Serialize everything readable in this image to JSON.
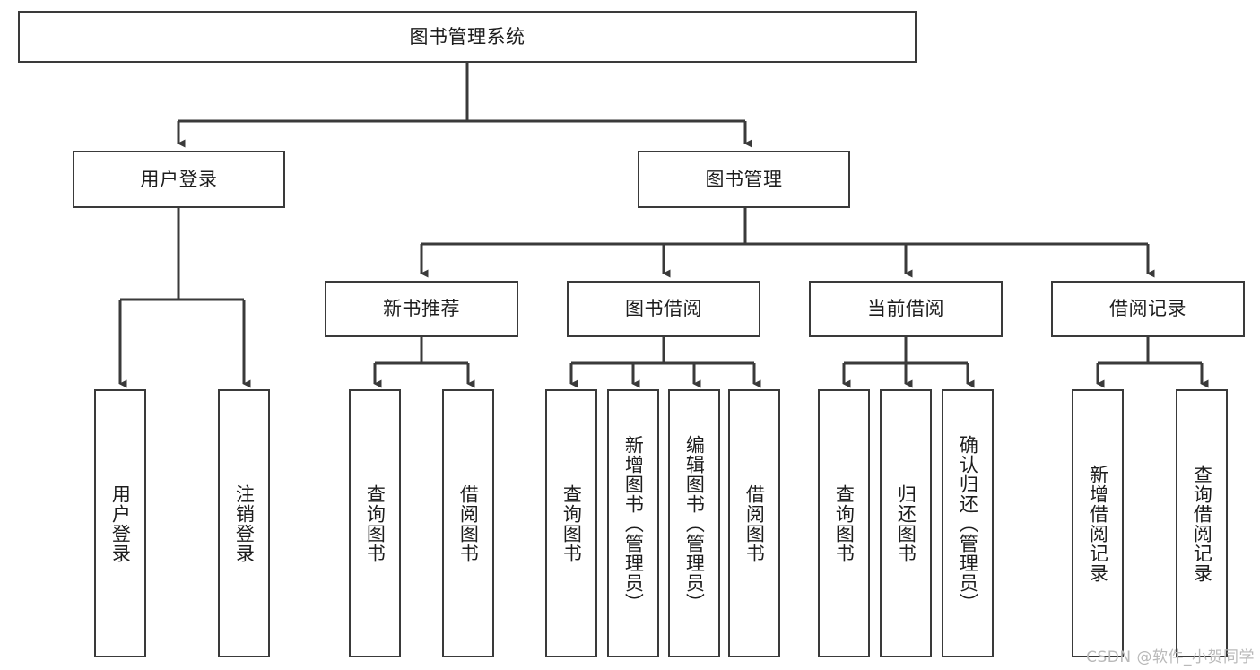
{
  "diagram": {
    "title": "图书管理系统",
    "type": "tree-hierarchy-diagram",
    "watermark": "CSDN @软件_小贺同学",
    "colors": {
      "border": "#3a3a3a",
      "line": "#3a3a3a",
      "background": "#ffffff",
      "text": "#1d1d1d",
      "watermark": "#b9b9b9"
    },
    "root": {
      "label": "图书管理系统"
    },
    "level2": [
      {
        "label": "用户登录"
      },
      {
        "label": "图书管理"
      }
    ],
    "level3": [
      {
        "label": "新书推荐"
      },
      {
        "label": "图书借阅"
      },
      {
        "label": "当前借阅"
      },
      {
        "label": "借阅记录"
      }
    ],
    "leaves": {
      "user_login": [
        {
          "label": "用户登录"
        },
        {
          "label": "注销登录"
        }
      ],
      "new_book": [
        {
          "label": "查询图书"
        },
        {
          "label": "借阅图书"
        }
      ],
      "borrow_book": [
        {
          "label": "查询图书"
        },
        {
          "label": "新增图书（管理员）"
        },
        {
          "label": "编辑图书（管理员）"
        },
        {
          "label": "借阅图书"
        }
      ],
      "current_borrow": [
        {
          "label": "查询图书"
        },
        {
          "label": "归还图书"
        },
        {
          "label": "确认归还（管理员）"
        }
      ],
      "borrow_record": [
        {
          "label": "新增借阅记录"
        },
        {
          "label": "查询借阅记录"
        }
      ]
    }
  }
}
